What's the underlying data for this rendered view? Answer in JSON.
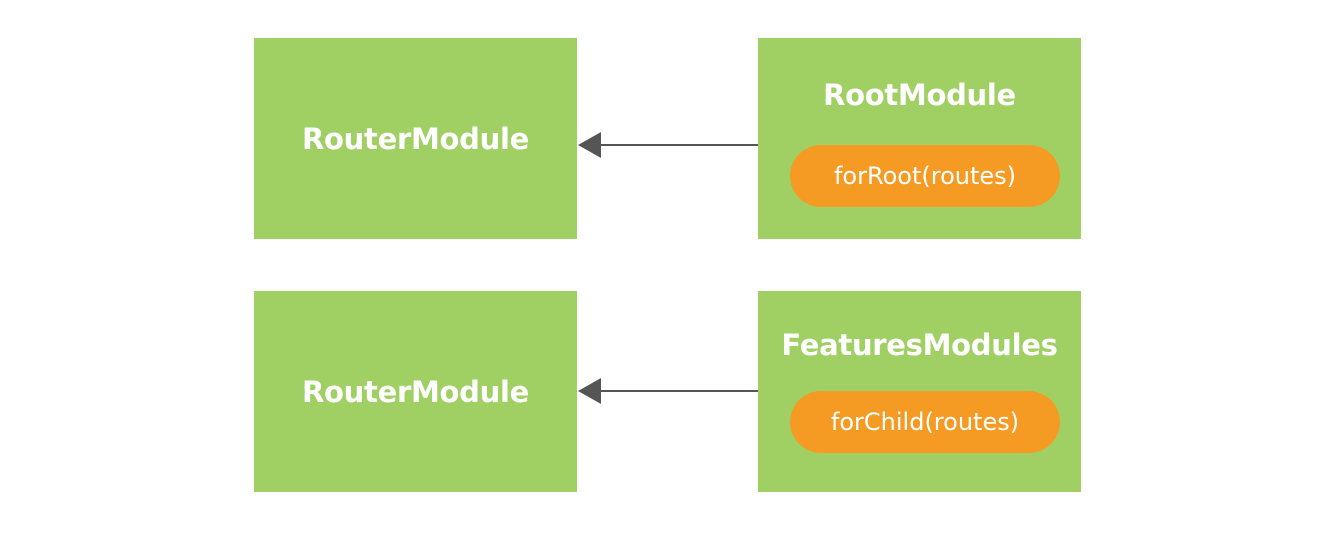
{
  "colors": {
    "box_fill": "#a0d064",
    "pill_fill": "#f59a23",
    "text": "#ffffff",
    "arrow": "#555555"
  },
  "rows": [
    {
      "target": {
        "label": "RouterModule"
      },
      "source": {
        "label": "RootModule",
        "method": "forRoot(routes)"
      }
    },
    {
      "target": {
        "label": "RouterModule"
      },
      "source": {
        "label": "FeaturesModules",
        "method": "forChild(routes)"
      }
    }
  ]
}
